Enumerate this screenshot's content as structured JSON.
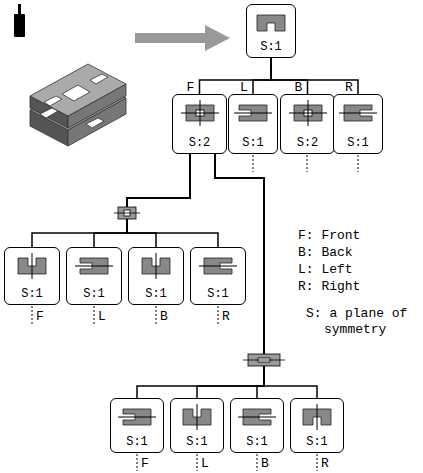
{
  "diagram": {
    "nodes": [
      {
        "text": [
          "S:1"
        ]
      },
      {
        "text": [
          "S:2"
        ]
      },
      {
        "text": [
          "S:1"
        ]
      },
      {
        "text": [
          "S:2"
        ]
      },
      {
        "text": [
          "S:1"
        ]
      },
      {
        "text": [
          "S:1"
        ]
      },
      {
        "text": [
          "S:1"
        ]
      },
      {
        "text": [
          "S:1"
        ]
      },
      {
        "text": [
          "S:1"
        ]
      },
      {
        "text": [
          "S:1"
        ]
      },
      {
        "text": [
          "S:1"
        ]
      },
      {
        "text": [
          "S:1"
        ]
      },
      {
        "text": [
          "S:1"
        ]
      }
    ],
    "edges": [
      {
        "from": 0,
        "to": 1,
        "arrow": "none",
        "label": "F"
      },
      {
        "from": 0,
        "to": 2,
        "arrow": "none",
        "label": "L"
      },
      {
        "from": 0,
        "to": 3,
        "arrow": "none",
        "label": "B"
      },
      {
        "from": 0,
        "to": 4,
        "arrow": "none",
        "label": "R"
      },
      {
        "from": 1,
        "to": 5,
        "arrow": "none"
      },
      {
        "from": 1,
        "to": 6,
        "arrow": "none"
      },
      {
        "from": 1,
        "to": 7,
        "arrow": "none"
      },
      {
        "from": 1,
        "to": 8,
        "arrow": "none"
      },
      {
        "from": 1,
        "to": 9,
        "arrow": "none"
      },
      {
        "from": 1,
        "to": 10,
        "arrow": "none"
      },
      {
        "from": 1,
        "to": 11,
        "arrow": "none"
      },
      {
        "from": 1,
        "to": 12,
        "arrow": "none"
      }
    ],
    "labels": [
      "F: Front",
      "B: Back",
      "L: Left",
      "R: Right",
      "S: a plane of symmetry",
      "F",
      "L",
      "B",
      "R",
      "F",
      "L",
      "B",
      "R"
    ]
  }
}
